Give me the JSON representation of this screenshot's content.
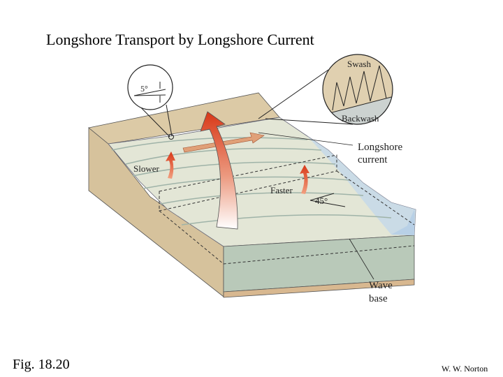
{
  "title": "Longshore Transport by Longshore Current",
  "figure_number": "Fig. 18.20",
  "credit": "W. W. Norton",
  "diagram": {
    "labels": {
      "swash": "Swash",
      "backwash": "Backwash",
      "longshore_1": "Longshore",
      "longshore_2": "current",
      "slower": "Slower",
      "faster": "Faster",
      "angle_45": "45°",
      "angle_5": "5°",
      "wave_1": "Wave",
      "wave_2": "base"
    },
    "colors": {
      "sand": "#d8c4a0",
      "water_surface": "#e4e8d8",
      "water_face": "#b9c9b9",
      "deep_water": "#b8d0e6",
      "arrow": "#d84020"
    }
  }
}
